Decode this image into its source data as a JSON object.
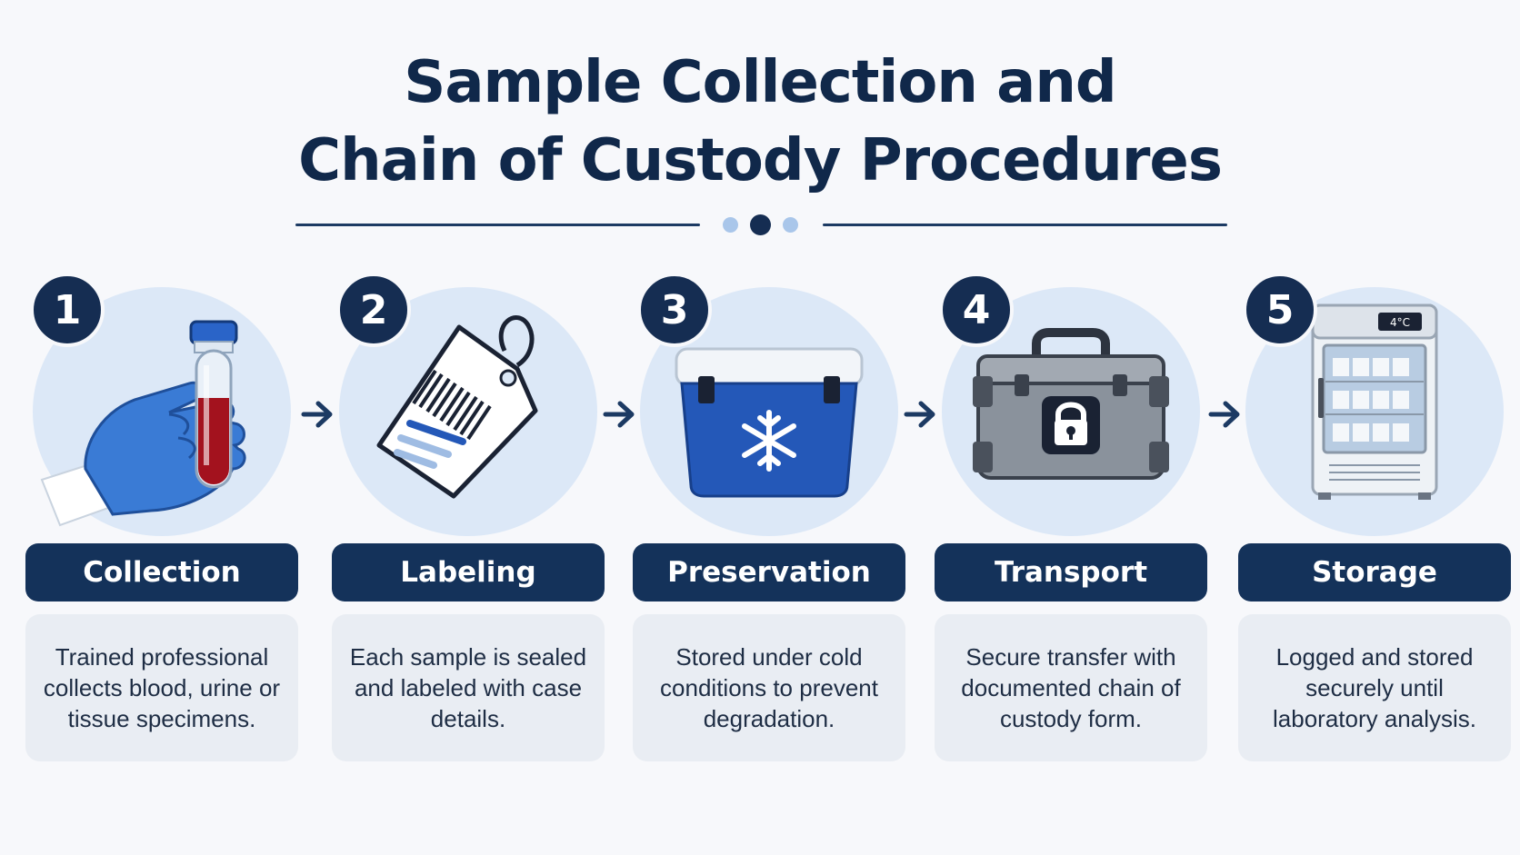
{
  "title": {
    "line1": "Sample Collection and",
    "line2": "Chain of Custody Procedures"
  },
  "colors": {
    "navy": "#14325a",
    "circle_bg": "#dce8f7",
    "desc_bg": "#e9edf3",
    "accent_blue": "#2458b8"
  },
  "steps": [
    {
      "number": "1",
      "label": "Collection",
      "description": "Trained professional collects blood, urine or tissue specimens.",
      "icon": "gloved-hand-test-tube-icon"
    },
    {
      "number": "2",
      "label": "Labeling",
      "description": "Each sample is sealed and labeled with case details.",
      "icon": "barcode-tag-icon"
    },
    {
      "number": "3",
      "label": "Preservation",
      "description": "Stored under cold conditions to prevent degradation.",
      "icon": "cooler-snowflake-icon"
    },
    {
      "number": "4",
      "label": "Transport",
      "description": "Secure transfer with documented chain of custody form.",
      "icon": "locked-case-icon"
    },
    {
      "number": "5",
      "label": "Storage",
      "description": "Logged and stored securely until laboratory analysis.",
      "icon": "lab-refrigerator-icon"
    }
  ],
  "fridge_display": "4°C"
}
